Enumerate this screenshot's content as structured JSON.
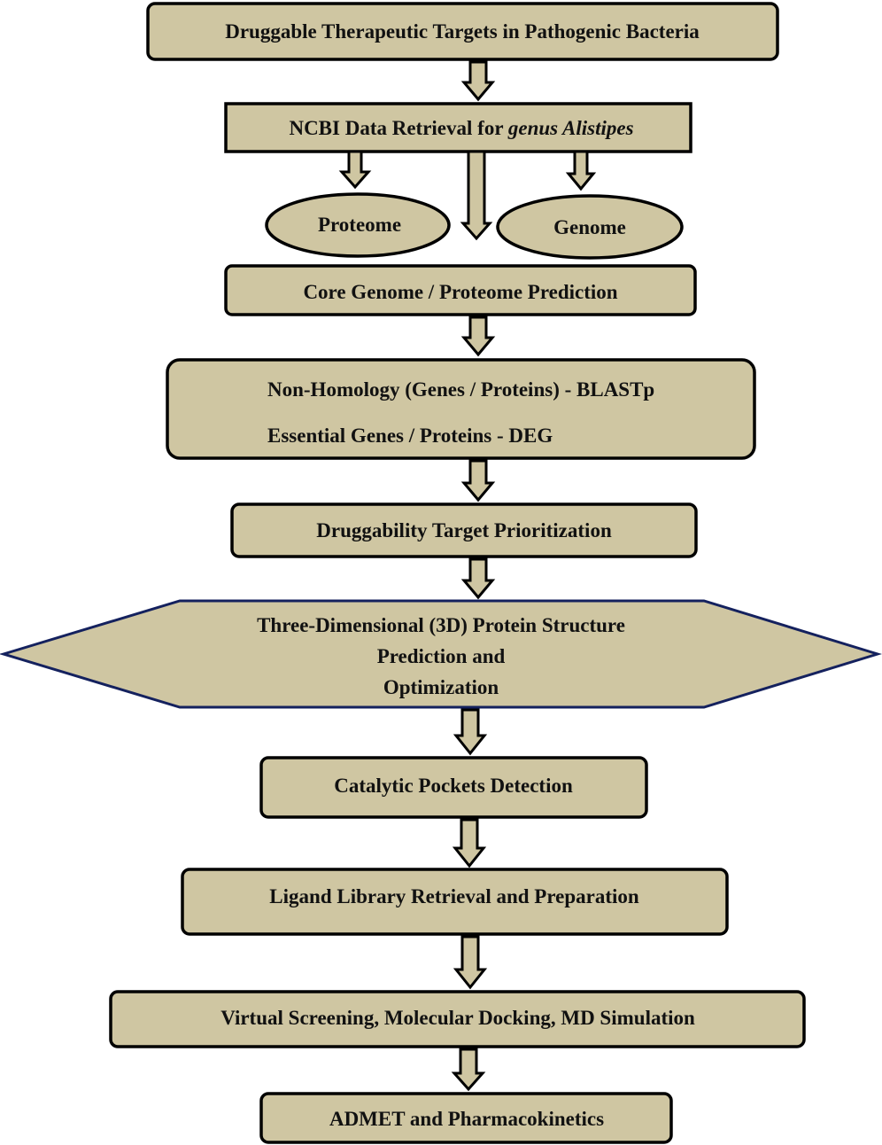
{
  "flowchart": {
    "title": "Druggable Therapeutic Targets in Pathogenic Bacteria",
    "ncbi": {
      "prefix": "NCBI Data Retrieval for ",
      "italic": "genus Alistipes"
    },
    "proteome": "Proteome",
    "genome": "Genome",
    "core_prediction": "Core Genome / Proteome Prediction",
    "non_homology": "Non-Homology (Genes / Proteins) - BLASTp",
    "essential": "Essential Genes / Proteins - DEG",
    "prioritization": "Druggability Target Prioritization",
    "structure": {
      "line1": "Three-Dimensional (3D) Protein Structure",
      "line2": "Prediction and",
      "line3": "Optimization"
    },
    "pockets": "Catalytic Pockets Detection",
    "ligand": "Ligand Library Retrieval and Preparation",
    "screening": "Virtual Screening, Molecular Docking, MD Simulation",
    "admet": "ADMET and Pharmacokinetics"
  },
  "colors": {
    "box_fill": "#cfc6a2",
    "box_stroke": "#000000",
    "hexagon_stroke": "#14215e",
    "text": "#111111"
  }
}
